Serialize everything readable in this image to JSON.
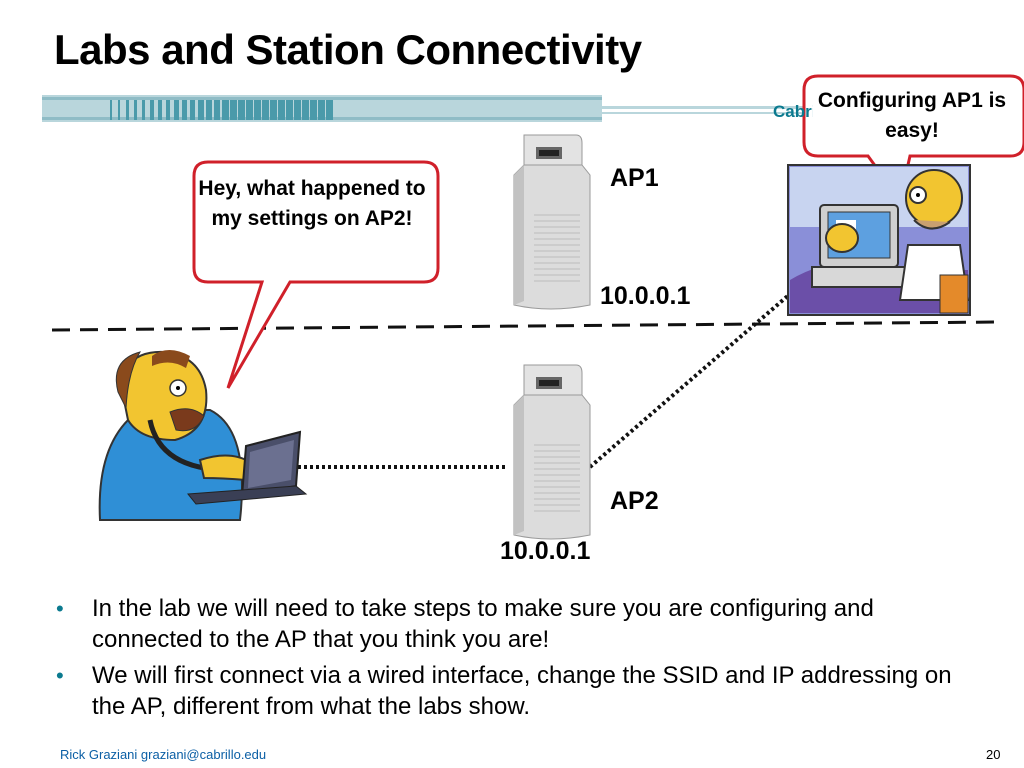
{
  "slide": {
    "title": "Labs and Station Connectivity",
    "banner_text": "Cabrillo College"
  },
  "bubbles": {
    "left": "Hey, what happened to my settings on AP2!",
    "right": "Configuring AP1 is easy!"
  },
  "devices": {
    "ap1": {
      "label": "AP1",
      "ip": "10.0.0.1"
    },
    "ap2": {
      "label": "AP2",
      "ip": "10.0.0.1"
    }
  },
  "bullets": [
    "In the lab we will need to take steps to make sure you are configuring and connected to the AP that you think you are!",
    "We will first connect via a wired interface, change the SSID and IP addressing on the AP, different from what the labs show."
  ],
  "footer": {
    "author": "Rick Graziani  graziani@cabrillo.edu",
    "page": "20"
  },
  "colors": {
    "accent": "#0b7a8f",
    "bubble_border": "#d0202a",
    "footer_link": "#0b5fa5"
  },
  "icons": {
    "access_point": "access-point-icon",
    "left_user": "comic-guy-laptop-illustration",
    "right_user": "homer-computer-illustration"
  }
}
